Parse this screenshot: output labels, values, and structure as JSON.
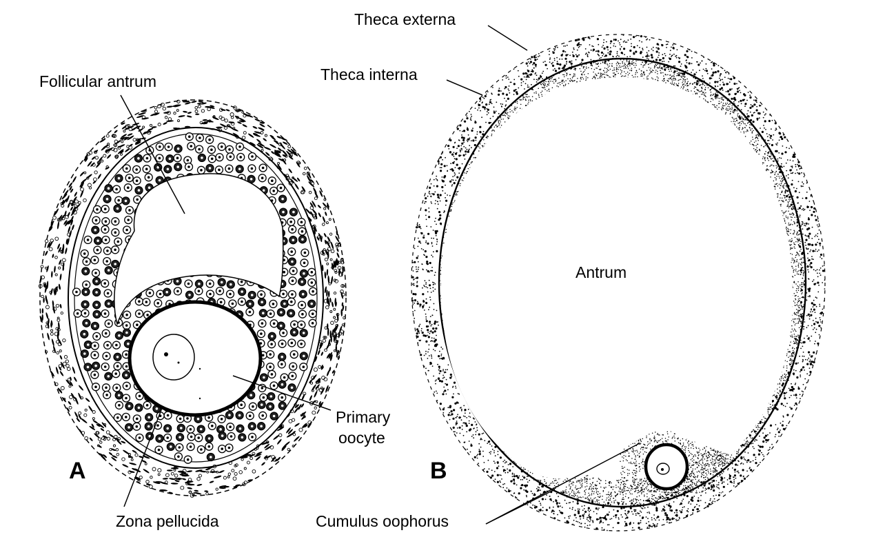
{
  "diagram": {
    "panel_a": {
      "letter": "A",
      "labels": {
        "follicular_antrum": "Follicular antrum",
        "primary_oocyte_line1": "Primary",
        "primary_oocyte_line2": "oocyte",
        "zona_pellucida": "Zona pellucida"
      }
    },
    "panel_b": {
      "letter": "B",
      "labels": {
        "theca_externa": "Theca externa",
        "theca_interna": "Theca interna",
        "antrum": "Antrum",
        "cumulus_oophorus": "Cumulus oophorus"
      }
    }
  }
}
